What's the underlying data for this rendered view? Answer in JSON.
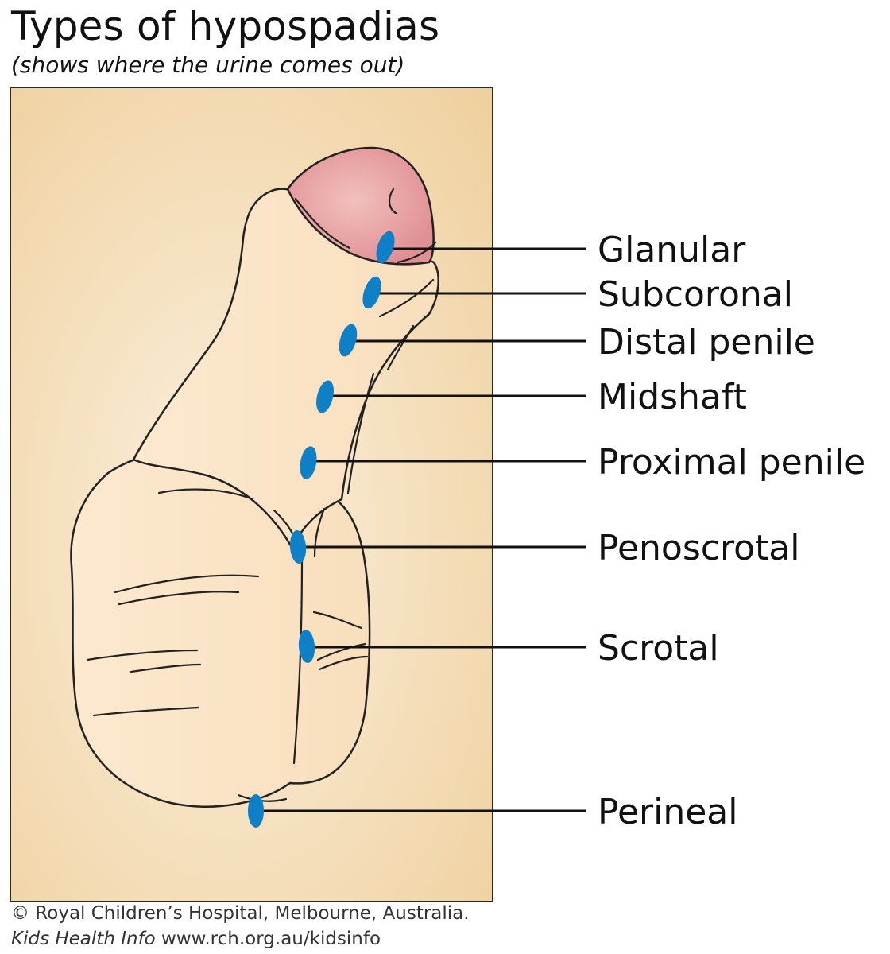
{
  "title": "Types of hypospadias",
  "subtitle": "(shows where the urine comes out)",
  "labels": [
    "Glanular",
    "Subcoronal",
    "Distal penile",
    "Midshaft",
    "Proximal penile",
    "Penoscrotal",
    "Scrotal",
    "Perineal"
  ],
  "credit": {
    "line1": "© Royal Children’s Hospital, Melbourne, Australia.",
    "line2_italic": "Kids Health Info",
    "line2_url": "www.rch.org.au/kidsinfo"
  },
  "colors": {
    "panel_background": "#f3d8a8",
    "skin": "#fbe6c8",
    "glans": "#e9a2a3",
    "opening_marker": "#0f7fc6",
    "outline": "#222222"
  }
}
